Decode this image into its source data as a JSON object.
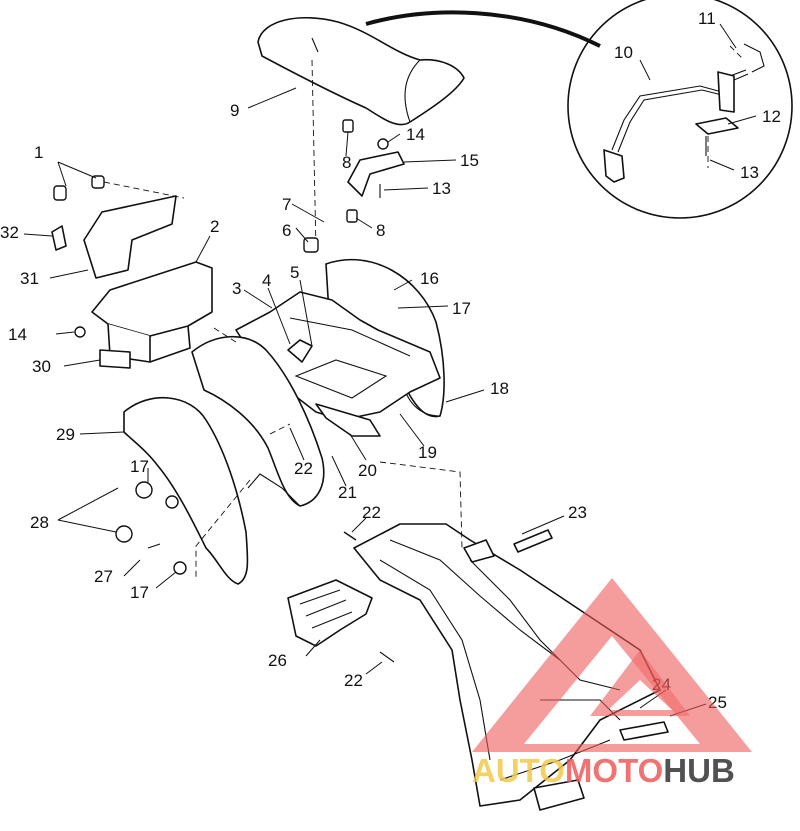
{
  "callouts": [
    {
      "id": "c1",
      "text": "1"
    },
    {
      "id": "c2",
      "text": "2"
    },
    {
      "id": "c3",
      "text": "3"
    },
    {
      "id": "c4",
      "text": "4"
    },
    {
      "id": "c5",
      "text": "5"
    },
    {
      "id": "c6",
      "text": "6"
    },
    {
      "id": "c7",
      "text": "7"
    },
    {
      "id": "c8a",
      "text": "8"
    },
    {
      "id": "c8b",
      "text": "8"
    },
    {
      "id": "c9",
      "text": "9"
    },
    {
      "id": "c10",
      "text": "10"
    },
    {
      "id": "c11",
      "text": "11"
    },
    {
      "id": "c12",
      "text": "12"
    },
    {
      "id": "c13a",
      "text": "13"
    },
    {
      "id": "c13b",
      "text": "13"
    },
    {
      "id": "c14a",
      "text": "14"
    },
    {
      "id": "c14b",
      "text": "14"
    },
    {
      "id": "c15",
      "text": "15"
    },
    {
      "id": "c16",
      "text": "16"
    },
    {
      "id": "c17a",
      "text": "17"
    },
    {
      "id": "c17b",
      "text": "17"
    },
    {
      "id": "c17c",
      "text": "17"
    },
    {
      "id": "c18",
      "text": "18"
    },
    {
      "id": "c19",
      "text": "19"
    },
    {
      "id": "c20",
      "text": "20"
    },
    {
      "id": "c21",
      "text": "21"
    },
    {
      "id": "c22a",
      "text": "22"
    },
    {
      "id": "c22b",
      "text": "22"
    },
    {
      "id": "c22c",
      "text": "22"
    },
    {
      "id": "c23",
      "text": "23"
    },
    {
      "id": "c24",
      "text": "24"
    },
    {
      "id": "c25",
      "text": "25"
    },
    {
      "id": "c26",
      "text": "26"
    },
    {
      "id": "c27",
      "text": "27"
    },
    {
      "id": "c28",
      "text": "28"
    },
    {
      "id": "c29",
      "text": "29"
    },
    {
      "id": "c30",
      "text": "30"
    },
    {
      "id": "c31",
      "text": "31"
    },
    {
      "id": "c32",
      "text": "32"
    }
  ],
  "watermark": {
    "part1": "AUTO",
    "part2": "MOTO",
    "part3": "HUB",
    "color_primary": "#f05a5a",
    "color_secondary": "#f2c94c",
    "color_tertiary": "#333333"
  }
}
